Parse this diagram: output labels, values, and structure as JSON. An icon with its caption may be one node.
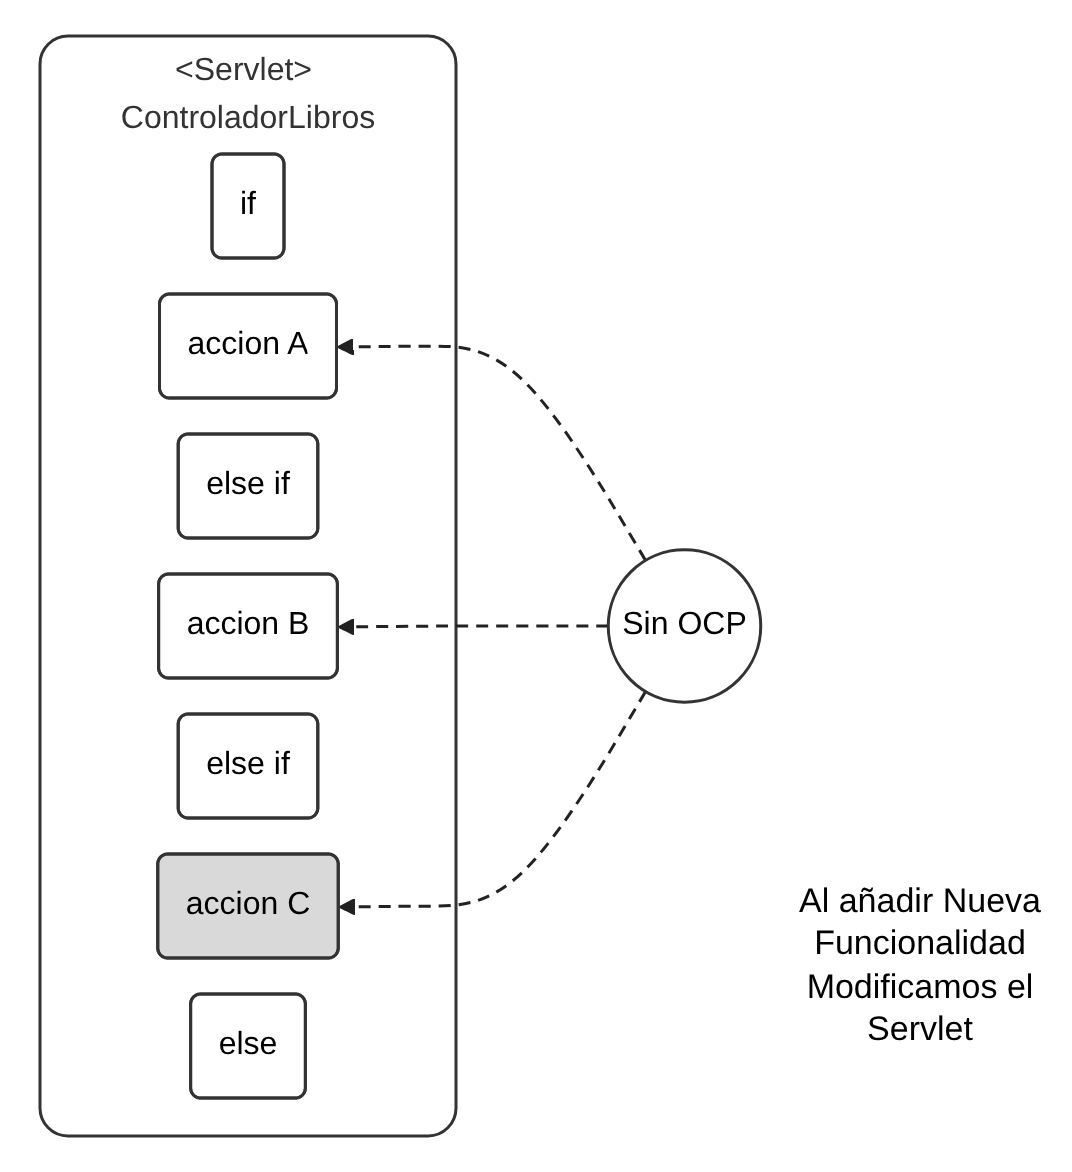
{
  "diagram": {
    "nodes": [
      {
        "text": [
          "<Servlet> ControladorLibros"
        ]
      },
      {
        "text": [
          "if"
        ],
        "in": 0
      },
      {
        "text": [
          "accion A"
        ],
        "in": 0
      },
      {
        "text": [
          "else if"
        ],
        "in": 0
      },
      {
        "text": [
          "accion B"
        ],
        "in": 0
      },
      {
        "text": [
          "else if"
        ],
        "in": 0
      },
      {
        "text": [
          "accion C"
        ],
        "in": 0
      },
      {
        "text": [
          "else"
        ],
        "in": 0
      },
      {
        "text": [
          "Sin OCP"
        ]
      }
    ],
    "edges": [
      {
        "from": 8,
        "to": 2,
        "arrow": "to",
        "style": "dashed"
      },
      {
        "from": 8,
        "to": 4,
        "arrow": "to",
        "style": "dashed"
      },
      {
        "from": 8,
        "to": 6,
        "arrow": "to",
        "style": "dashed"
      }
    ],
    "labels": [
      "Al añadir Nueva Funcionalidad Modificamos el Servlet"
    ]
  }
}
